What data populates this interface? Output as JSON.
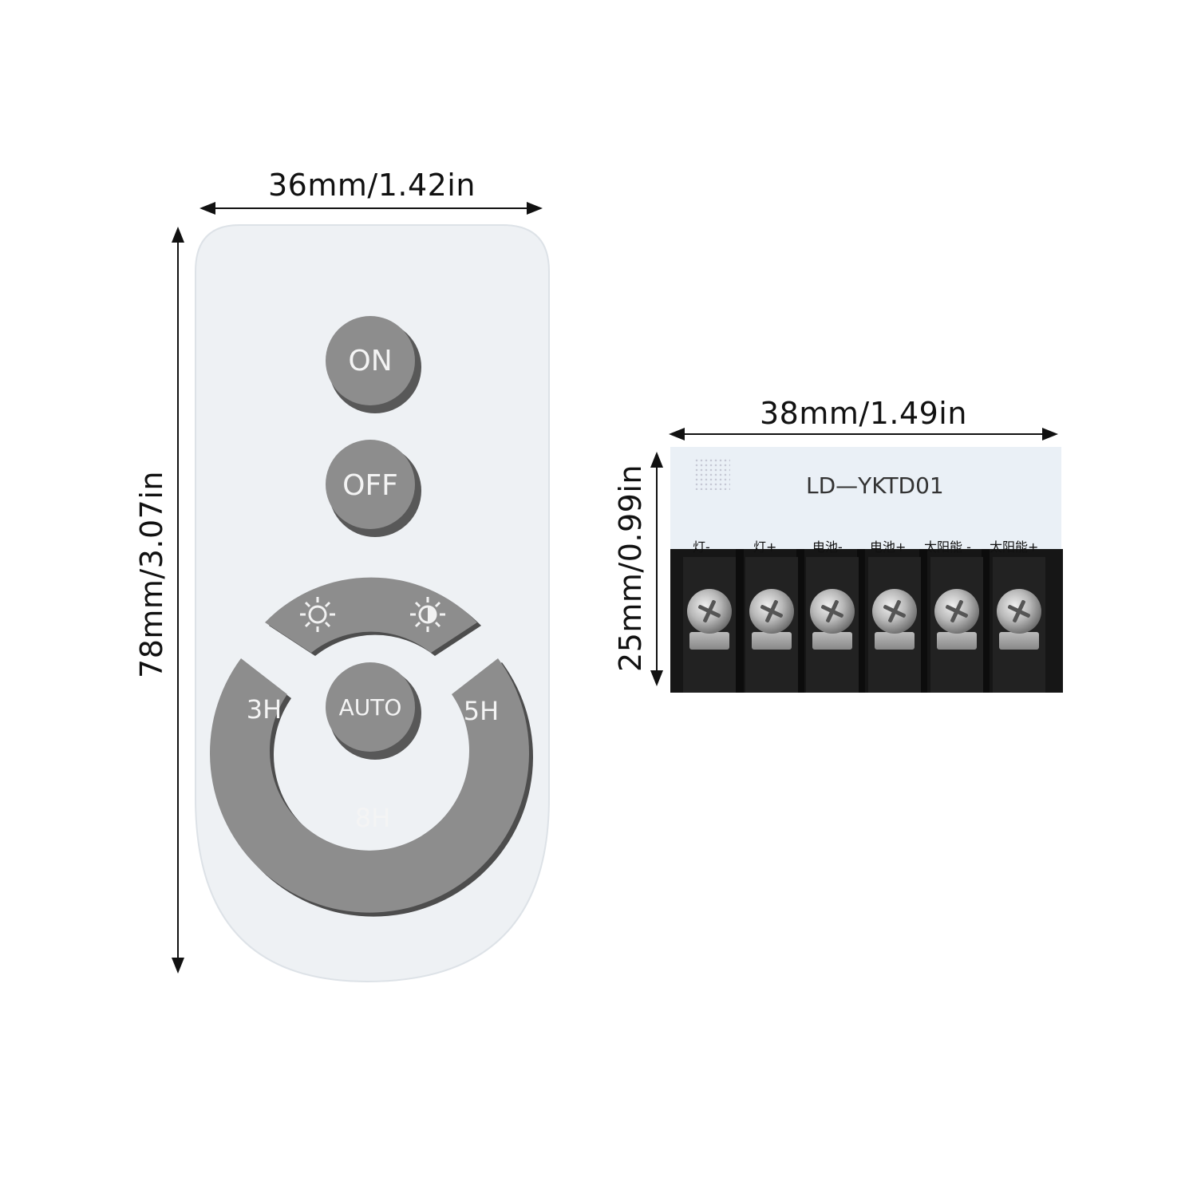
{
  "remote": {
    "width_label": "36mm/1.42in",
    "height_label": "78mm/3.07in",
    "buttons": {
      "on": "ON",
      "off": "OFF",
      "auto": "AUTO",
      "timer_3h": "3H",
      "timer_5h": "5H",
      "timer_8h": "8H"
    },
    "icons": [
      "brightness-low-icon",
      "brightness-high-icon"
    ]
  },
  "module": {
    "width_label": "38mm/1.49in",
    "height_label": "25mm/0.99in",
    "model": "LD—YKTD01",
    "terminals": [
      "灯-",
      "灯+",
      "电池-",
      "电池+",
      "太阳能 -",
      "太阳能+"
    ]
  },
  "colors": {
    "remote_body": "#eef1f4",
    "button_gray": "#8d8d8d",
    "terminal_block": "#161616",
    "pcb": "#eaf0f6"
  }
}
